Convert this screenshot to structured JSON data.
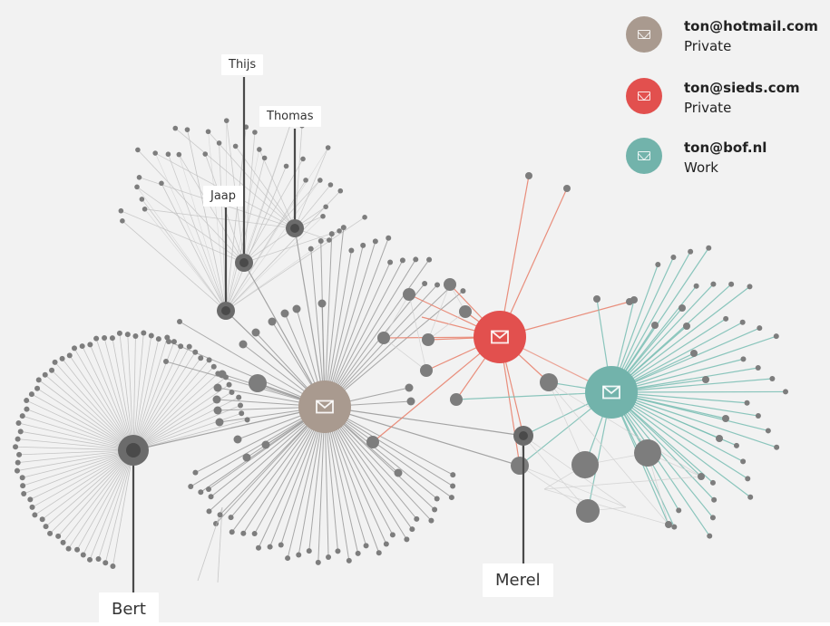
{
  "legend": {
    "items": [
      {
        "email": "ton@hotmail.com",
        "kind": "Private",
        "color": "#a99a8f"
      },
      {
        "email": "ton@sieds.com",
        "kind": "Private",
        "color": "#e2504e"
      },
      {
        "email": "ton@bof.nl",
        "kind": "Work",
        "color": "#72b3ab"
      }
    ]
  },
  "labels": {
    "thijs": "Thijs",
    "thomas": "Thomas",
    "jaap": "Jaap",
    "bert": "Bert",
    "merel": "Merel"
  },
  "colors": {
    "background": "#f2f2f2",
    "contact_node": "#7d7d7d",
    "grey_edge": "#999999",
    "red_edge": "#e8836f",
    "teal_edge": "#78bdb3"
  },
  "icons": {
    "account_hub": "envelope-icon"
  }
}
